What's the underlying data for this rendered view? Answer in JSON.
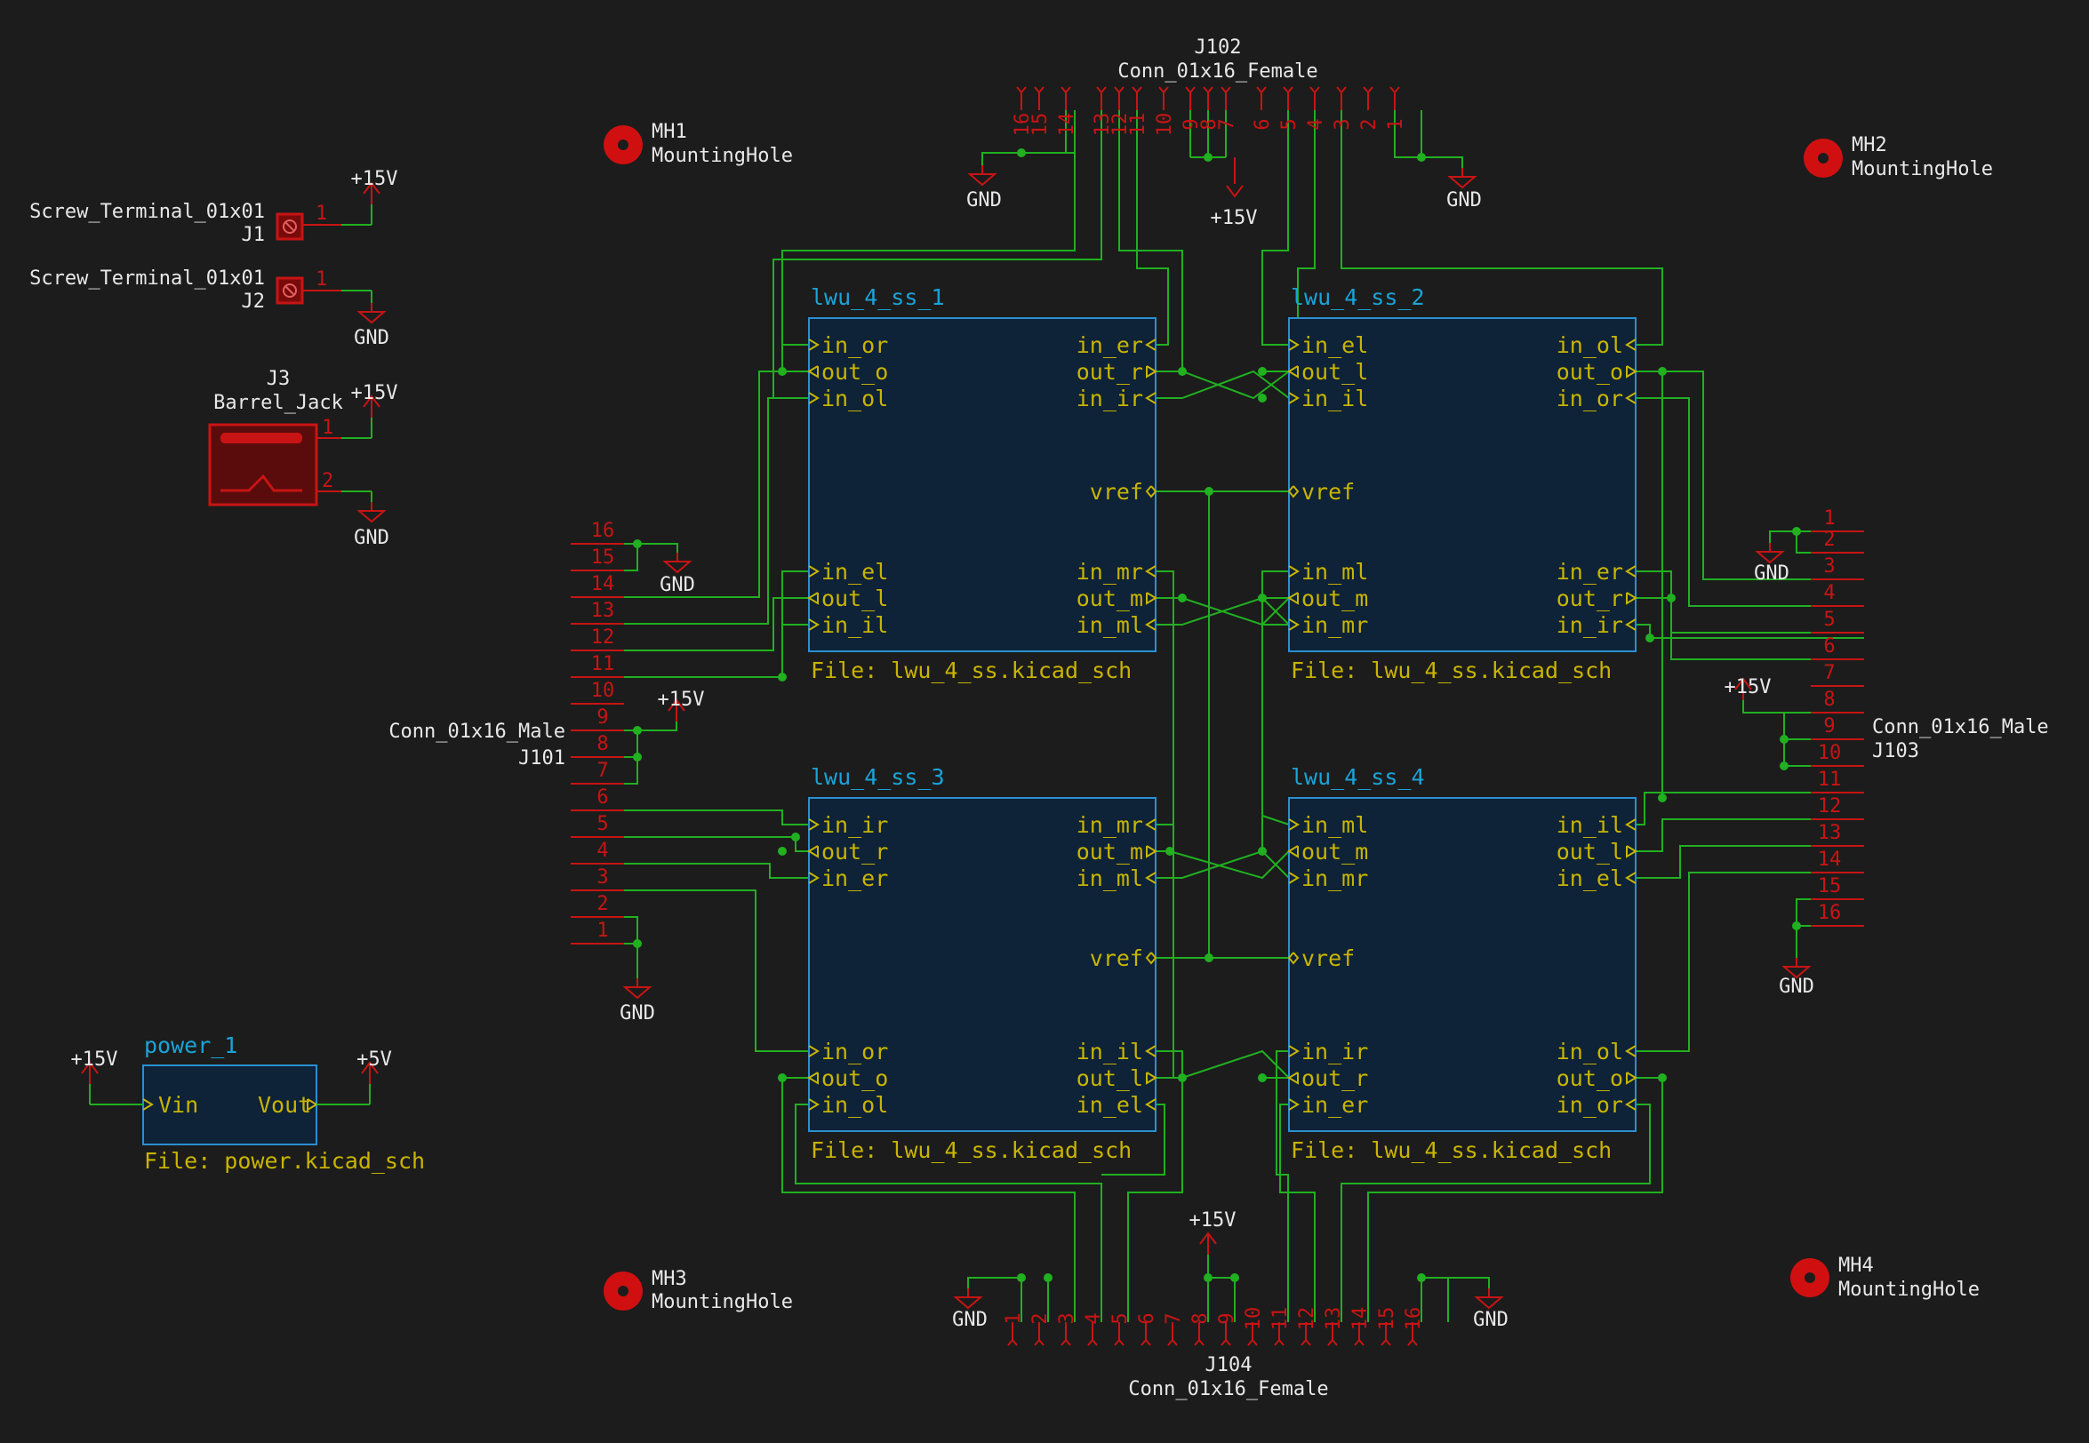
{
  "colors": {
    "background": "#1c1c1c",
    "wire": "#20b020",
    "junction": "#20b020",
    "pin": "#c81414",
    "symbol": "#c81414",
    "sheet_border": "#2a8fd0",
    "sheet_fill": "#0e2238",
    "sheet_name": "#1aa3d8",
    "sheet_port": "#c8b400",
    "text": "#e8e8e8"
  },
  "power_labels": {
    "p15v": "+15V",
    "p5v": "+5V",
    "gnd": "GND"
  },
  "screw_terminals": [
    {
      "value": "Screw_Terminal_01x01",
      "ref": "J1",
      "pin": "1",
      "net": "+15V"
    },
    {
      "value": "Screw_Terminal_01x01",
      "ref": "J2",
      "pin": "1",
      "net": "GND"
    }
  ],
  "barrel_jack": {
    "ref": "J3",
    "value": "Barrel_Jack",
    "pins": [
      "1",
      "2"
    ]
  },
  "mounting_holes": [
    {
      "ref": "MH1",
      "value": "MountingHole"
    },
    {
      "ref": "MH2",
      "value": "MountingHole"
    },
    {
      "ref": "MH3",
      "value": "MountingHole"
    },
    {
      "ref": "MH4",
      "value": "MountingHole"
    }
  ],
  "connectors": {
    "j101": {
      "ref": "J101",
      "value": "Conn_01x16_Male"
    },
    "j102": {
      "ref": "J102",
      "value": "Conn_01x16_Female"
    },
    "j103": {
      "ref": "J103",
      "value": "Conn_01x16_Male"
    },
    "j104": {
      "ref": "J104",
      "value": "Conn_01x16_Female"
    },
    "pins": [
      "1",
      "2",
      "3",
      "4",
      "5",
      "6",
      "7",
      "8",
      "9",
      "10",
      "11",
      "12",
      "13",
      "14",
      "15",
      "16"
    ]
  },
  "power_sheet": {
    "name": "power_1",
    "file": "File: power.kicad_sch",
    "ports": [
      "Vin",
      "Vout"
    ]
  },
  "sheets": [
    {
      "name": "lwu_4_ss_1",
      "file": "File: lwu_4_ss.kicad_sch",
      "left_ports": [
        "in_or",
        "out_o",
        "in_ol",
        "in_el",
        "out_l",
        "in_il"
      ],
      "right_ports": [
        "in_er",
        "out_r",
        "in_ir",
        "vref",
        "in_mr",
        "out_m",
        "in_ml"
      ]
    },
    {
      "name": "lwu_4_ss_2",
      "file": "File: lwu_4_ss.kicad_sch",
      "left_ports": [
        "in_el",
        "out_l",
        "in_il",
        "vref",
        "in_ml",
        "out_m",
        "in_mr"
      ],
      "right_ports": [
        "in_ol",
        "out_o",
        "in_or",
        "in_er",
        "out_r",
        "in_ir"
      ]
    },
    {
      "name": "lwu_4_ss_3",
      "file": "File: lwu_4_ss.kicad_sch",
      "left_ports": [
        "in_ir",
        "out_r",
        "in_er",
        "in_or",
        "out_o",
        "in_ol"
      ],
      "right_ports": [
        "in_mr",
        "out_m",
        "in_ml",
        "vref",
        "in_il",
        "out_l",
        "in_el"
      ]
    },
    {
      "name": "lwu_4_ss_4",
      "file": "File: lwu_4_ss.kicad_sch",
      "left_ports": [
        "in_ml",
        "out_m",
        "in_mr",
        "vref",
        "in_ir",
        "out_r",
        "in_er"
      ],
      "right_ports": [
        "in_il",
        "out_l",
        "in_el",
        "in_ol",
        "out_o",
        "in_or"
      ]
    }
  ]
}
